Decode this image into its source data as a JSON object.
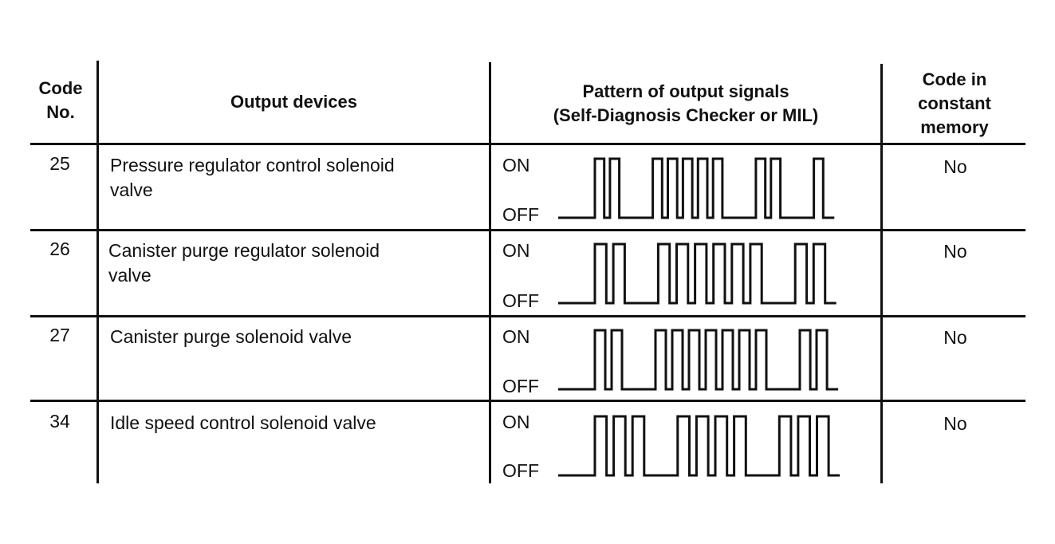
{
  "headers": {
    "code_line1": "Code",
    "code_line2": "No.",
    "devices": "Output devices",
    "pattern_line1": "Pattern of output signals",
    "pattern_line2": "(Self-Diagnosis Checker or MIL)",
    "memory_line1": "Code in",
    "memory_line2": "constant",
    "memory_line3": "memory"
  },
  "signal_labels": {
    "on": "ON",
    "off": "OFF"
  },
  "rows": [
    {
      "code": "25",
      "device_line1": "Pressure regulator control solenoid",
      "device_line2": "valve",
      "memory": "No",
      "pulse_groups": [
        2,
        5,
        2,
        1
      ]
    },
    {
      "code": "26",
      "device_line1": "Canister purge regulator solenoid",
      "device_line2": "valve",
      "memory": "No",
      "pulse_groups": [
        2,
        6,
        2
      ]
    },
    {
      "code": "27",
      "device_line1": "Canister purge solenoid valve",
      "device_line2": "",
      "memory": "No",
      "pulse_groups": [
        2,
        7,
        2
      ]
    },
    {
      "code": "34",
      "device_line1": "Idle speed control solenoid valve",
      "device_line2": "",
      "memory": "No",
      "pulse_groups": [
        3,
        4,
        3
      ]
    }
  ]
}
